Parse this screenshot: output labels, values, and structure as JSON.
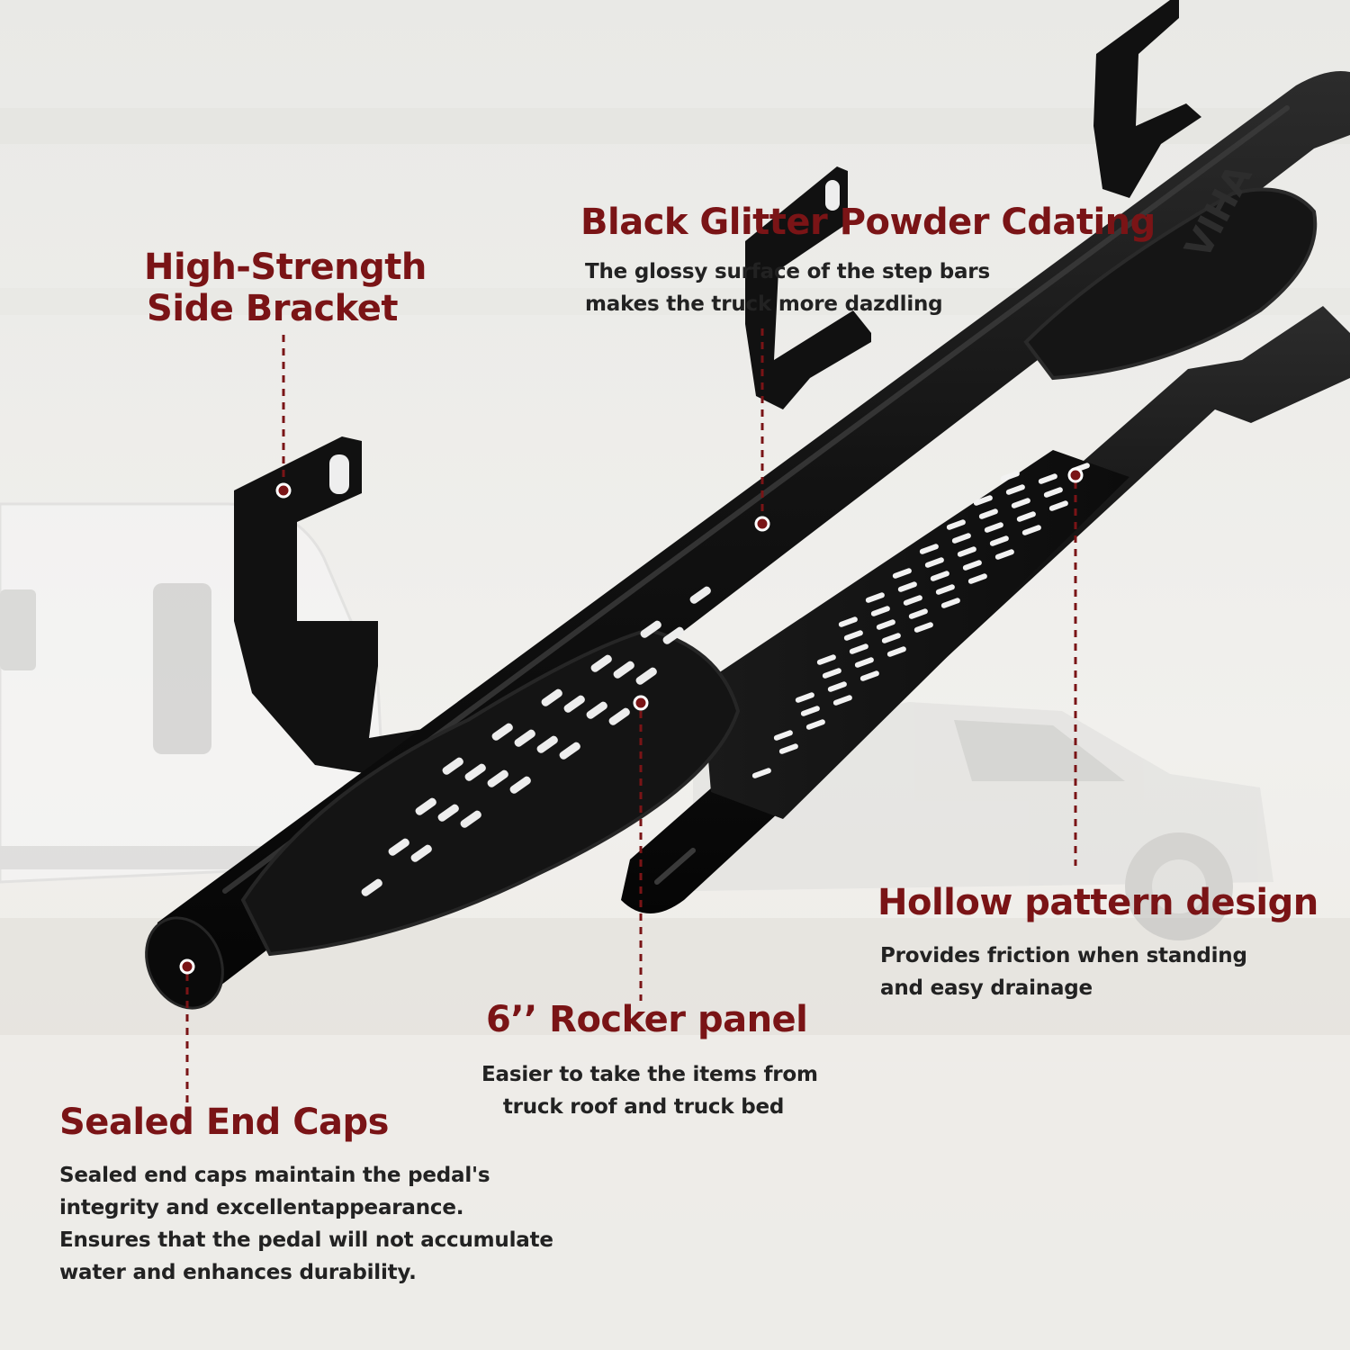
{
  "colors": {
    "accent": "#7a1416",
    "text": "#222222",
    "product": "#141414"
  },
  "features": {
    "bracket": {
      "title_lines": [
        "High-Strength",
        "Side Bracket"
      ]
    },
    "coating": {
      "title": "Black Glitter Powder Cdating",
      "desc_lines": [
        "The glossy surface of the step bars",
        "makes the truck more dazdling"
      ]
    },
    "hollow": {
      "title": "Hollow pattern design",
      "desc_lines": [
        "Provides friction when standing",
        "and easy drainage"
      ]
    },
    "rocker": {
      "title": "6’’ Rocker panel",
      "desc_lines": [
        "Easier to take the items from",
        "truck roof and truck bed"
      ]
    },
    "caps": {
      "title": "Sealed End Caps",
      "desc_lines": [
        "Sealed end caps maintain the pedal's",
        "integrity and excellentappearance.",
        "Ensures that the pedal will not accumulate",
        "water and enhances durability."
      ]
    }
  },
  "product": {
    "step_logo": "VIHA"
  },
  "icons": [
    "callout-dot-icon",
    "dashed-leader-line"
  ]
}
